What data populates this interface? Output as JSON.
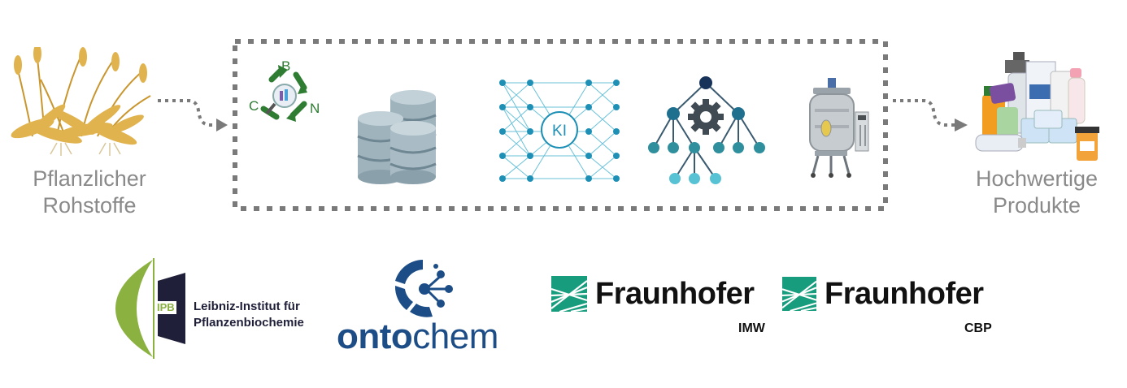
{
  "flow": {
    "input_label_line1": "Pflanzlicher",
    "input_label_line2": "Rohstoffe",
    "output_label_line1": "Hochwertige",
    "output_label_line2": "Produkte"
  },
  "process_icons": {
    "cycle_letters": {
      "top": "B",
      "left": "C",
      "right": "N"
    },
    "ai_label": "KI"
  },
  "logos": {
    "ipb_badge": "IPB",
    "ipb_line1": "Leibniz-Institut für",
    "ipb_line2": "Pflanzenbiochemie",
    "ontochem_part1": "onto",
    "ontochem_part2": "chem",
    "fraunhofer1_name": "Fraunhofer",
    "fraunhofer1_unit": "IMW",
    "fraunhofer2_name": "Fraunhofer",
    "fraunhofer2_unit": "CBP"
  },
  "colors": {
    "dotted_frame": "#7a7a7a",
    "recycle_green": "#2e7d32",
    "database": "#9fb3bd",
    "neural_net": "#2aa7c9",
    "tree_teal": "#1f7f8f",
    "fraunhofer_green": "#179c7d",
    "ontochem_blue": "#1c4d86",
    "ipb_green": "#8bb140",
    "ipb_navy": "#1f1f3a"
  }
}
